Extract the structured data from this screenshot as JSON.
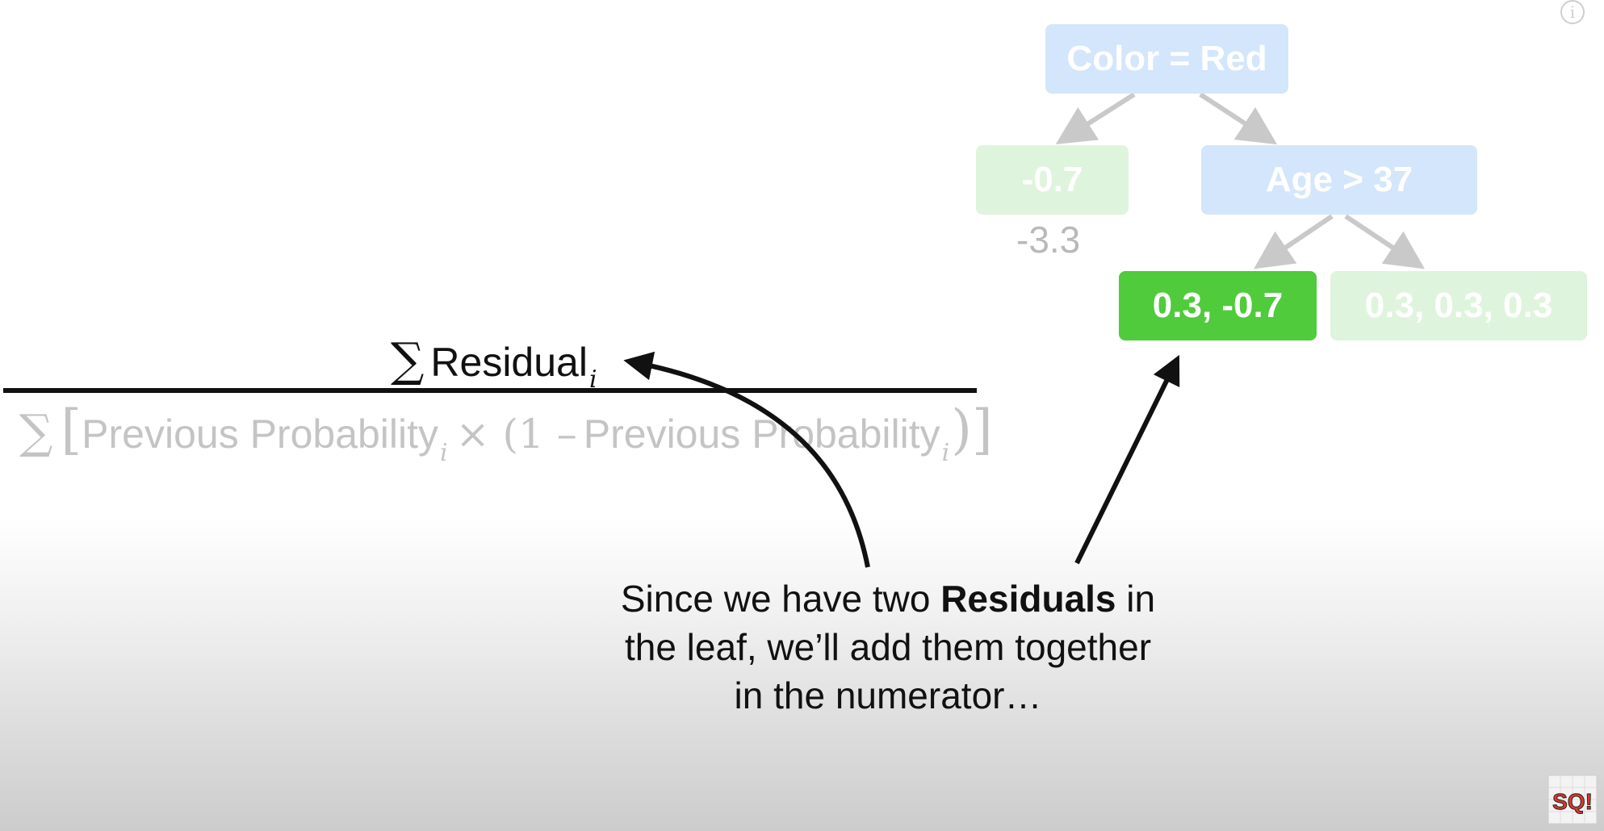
{
  "tree": {
    "root_label": "Color = Red",
    "left_leaf_label": "-0.7",
    "left_leaf_value": "-3.3",
    "right_node_label": "Age > 37",
    "leaf_selected_label": "0.3, -0.7",
    "leaf_other_label": "0.3, 0.3, 0.3"
  },
  "equation": {
    "numerator_sigma": "∑",
    "numerator_label": "Residual",
    "numerator_subscript": "i",
    "denominator_sigma": "∑",
    "denominator_open": "[",
    "denominator_term1": "Previous Probability",
    "denominator_sub1": "i",
    "denominator_times": "×",
    "denominator_paren_open": "(1 –",
    "denominator_term2": "Previous Probability",
    "denominator_sub2": "i",
    "denominator_close": ")]"
  },
  "caption": {
    "line1_pre": "Since we have two ",
    "line1_bold": "Residuals",
    "line1_post": " in",
    "line2": "the leaf, we’ll add them together",
    "line3": "in the numerator…"
  },
  "info_icon_glyph": "i",
  "logo_text": "SQ!",
  "colors": {
    "node_blue": "#d3e6fb",
    "node_green_faded": "#dff4dc",
    "node_green_active": "#4fcb3b",
    "arrow_faded": "#c9c9c9",
    "ink": "#111111"
  }
}
